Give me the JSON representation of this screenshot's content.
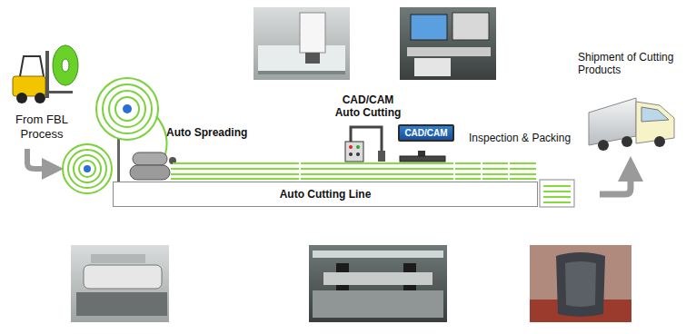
{
  "diagram": {
    "nodes": [
      {
        "text": [
          "Auto Cutting Line"
        ]
      },
      {
        "text": [
          "CAD/CAM"
        ]
      }
    ],
    "labels": [
      "From FBL Process",
      "Auto Spreading",
      "CAD/CAM Auto Cutting",
      "Inspection & Packing",
      "Shipment of Cutting Products"
    ]
  }
}
